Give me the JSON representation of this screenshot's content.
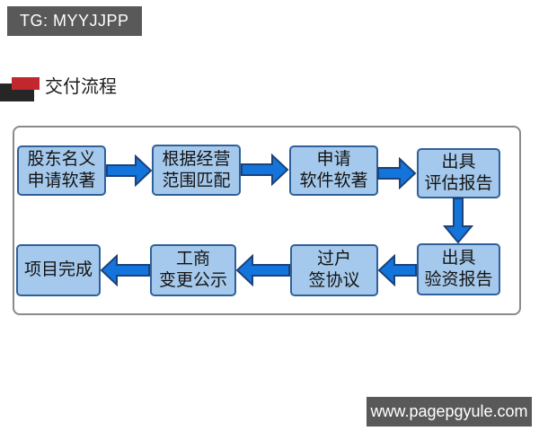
{
  "watermarks": {
    "telegram_badge": "TG: MYYJJPP",
    "website_badge": "www.pagepgyule.com"
  },
  "header": {
    "title": "交付流程"
  },
  "flow": {
    "boxes": [
      {
        "line1": "股东名义",
        "line2": "申请软著"
      },
      {
        "line1": "根据经营",
        "line2": "范围匹配"
      },
      {
        "line1": "申请",
        "line2": "软件软著"
      },
      {
        "line1": "出具",
        "line2": "评估报告"
      },
      {
        "line1": "出具",
        "line2": "验资报告"
      },
      {
        "line1": "过户",
        "line2": "签协议"
      },
      {
        "line1": "工商",
        "line2": "变更公示"
      },
      {
        "line1": "项目完成",
        "line2": ""
      }
    ],
    "sequence_note": "row1 left-to-right, down, row2 right-to-left"
  },
  "icons": {
    "arrow_right": "block-arrow-right",
    "arrow_left": "block-arrow-left",
    "arrow_down": "block-arrow-down",
    "section_marker": "red-black-overlap-rects"
  },
  "colors": {
    "badge_bg": "#595959",
    "badge_text": "#ffffff",
    "box_fill": "#a5c9ec",
    "box_border": "#30609a",
    "arrow_fill": "#1375dc",
    "arrow_border": "#1b4279",
    "frame_border": "#8a8a8a",
    "marker_red": "#c2272d",
    "marker_black": "#262626"
  }
}
